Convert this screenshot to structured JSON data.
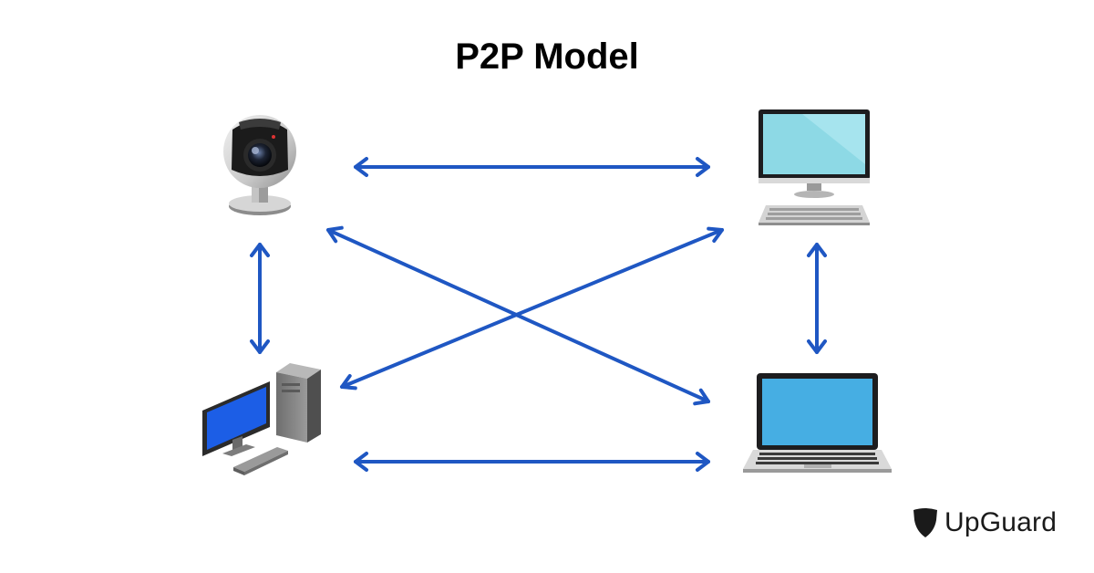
{
  "title": "P2P Model",
  "brand": {
    "name": "UpGuard",
    "logo_icon": "upguard-shield-icon"
  },
  "nodes": [
    {
      "id": "webcam",
      "icon": "webcam-icon"
    },
    {
      "id": "desktop-monitor",
      "icon": "desktop-monitor-icon"
    },
    {
      "id": "desktop-tower",
      "icon": "desktop-tower-icon"
    },
    {
      "id": "laptop",
      "icon": "laptop-icon"
    }
  ],
  "connections": [
    {
      "from": "webcam",
      "to": "desktop-monitor",
      "direction": "bidirectional"
    },
    {
      "from": "webcam",
      "to": "desktop-tower",
      "direction": "bidirectional"
    },
    {
      "from": "webcam",
      "to": "laptop",
      "direction": "bidirectional"
    },
    {
      "from": "desktop-monitor",
      "to": "desktop-tower",
      "direction": "bidirectional"
    },
    {
      "from": "desktop-monitor",
      "to": "laptop",
      "direction": "bidirectional"
    },
    {
      "from": "desktop-tower",
      "to": "laptop",
      "direction": "bidirectional"
    }
  ],
  "colors": {
    "arrow": "#1f57c3",
    "text": "#000000",
    "monitor_screen": "#8dd9e5",
    "desktop_screen": "#1c5ee6",
    "laptop_screen": "#46aee3"
  }
}
